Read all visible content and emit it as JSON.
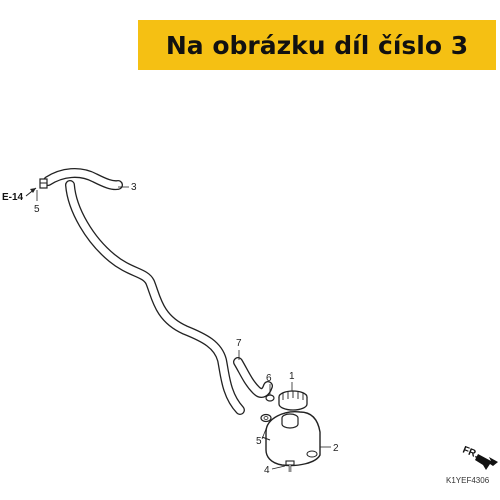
{
  "banner": {
    "text": "Na obrázku díl číslo 3"
  },
  "labels": {
    "ref": "E-14",
    "p1": "1",
    "p2": "2",
    "p3": "3",
    "p4": "4",
    "p5a": "5",
    "p5b": "5",
    "p6": "6",
    "p7": "7",
    "front": "FR.",
    "code": "K1YEF4306"
  },
  "colors": {
    "banner": "#f5c013",
    "line": "#222222"
  }
}
